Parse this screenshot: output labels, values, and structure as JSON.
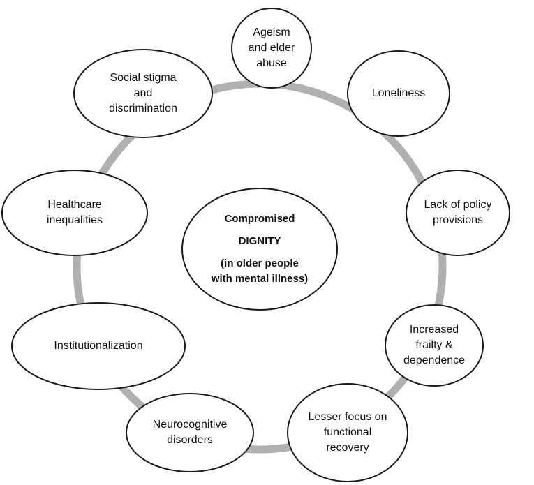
{
  "center": {
    "line1": "Compromised",
    "line2": "DIGNITY",
    "line3": "(in older people",
    "line4": "with mental illness)"
  },
  "nodes": [
    {
      "id": "ageism",
      "lines": [
        "Ageism",
        "and elder",
        "abuse"
      ]
    },
    {
      "id": "loneliness",
      "lines": [
        "Loneliness"
      ]
    },
    {
      "id": "policy",
      "lines": [
        "Lack of policy",
        "provisions"
      ]
    },
    {
      "id": "frailty",
      "lines": [
        "Increased",
        "frailty &",
        "dependence"
      ]
    },
    {
      "id": "recovery",
      "lines": [
        "Lesser focus on",
        "functional",
        "recovery"
      ]
    },
    {
      "id": "neurocognitive",
      "lines": [
        "Neurocognitive",
        "disorders"
      ]
    },
    {
      "id": "institutionalization",
      "lines": [
        "Institutionalization"
      ]
    },
    {
      "id": "healthcare",
      "lines": [
        "Healthcare",
        "inequalities"
      ]
    },
    {
      "id": "stigma",
      "lines": [
        "Social stigma",
        "and",
        "discrimination"
      ]
    }
  ],
  "colors": {
    "ring": "#b0b0b0",
    "stroke": "#1a1a1a",
    "fill": "#ffffff",
    "text": "#111111"
  }
}
